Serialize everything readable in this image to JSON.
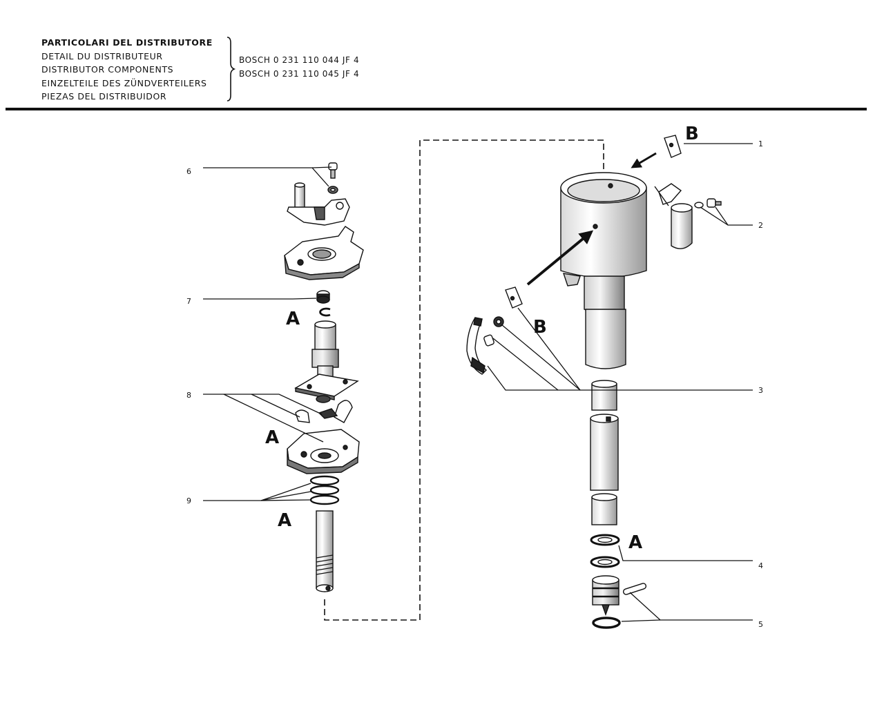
{
  "header": {
    "lines": [
      "PARTICOLARI DEL DISTRIBUTORE",
      "DETAIL DU DISTRIBUTEUR",
      "DISTRIBUTOR COMPONENTS",
      "EINZELTEILE DES ZÜNDVERTEILERS",
      "PIEZAS DEL DISTRIBUIDOR"
    ],
    "models": [
      "BOSCH 0 231 110 044 JF 4",
      "BOSCH 0 231 110 045 JF 4"
    ]
  },
  "callouts": {
    "c1": "1",
    "c2": "2",
    "c3": "3",
    "c4": "4",
    "c5": "5",
    "c6": "6",
    "c7": "7",
    "c8": "8",
    "c9": "9"
  },
  "letters": {
    "a": "A",
    "b": "B"
  }
}
